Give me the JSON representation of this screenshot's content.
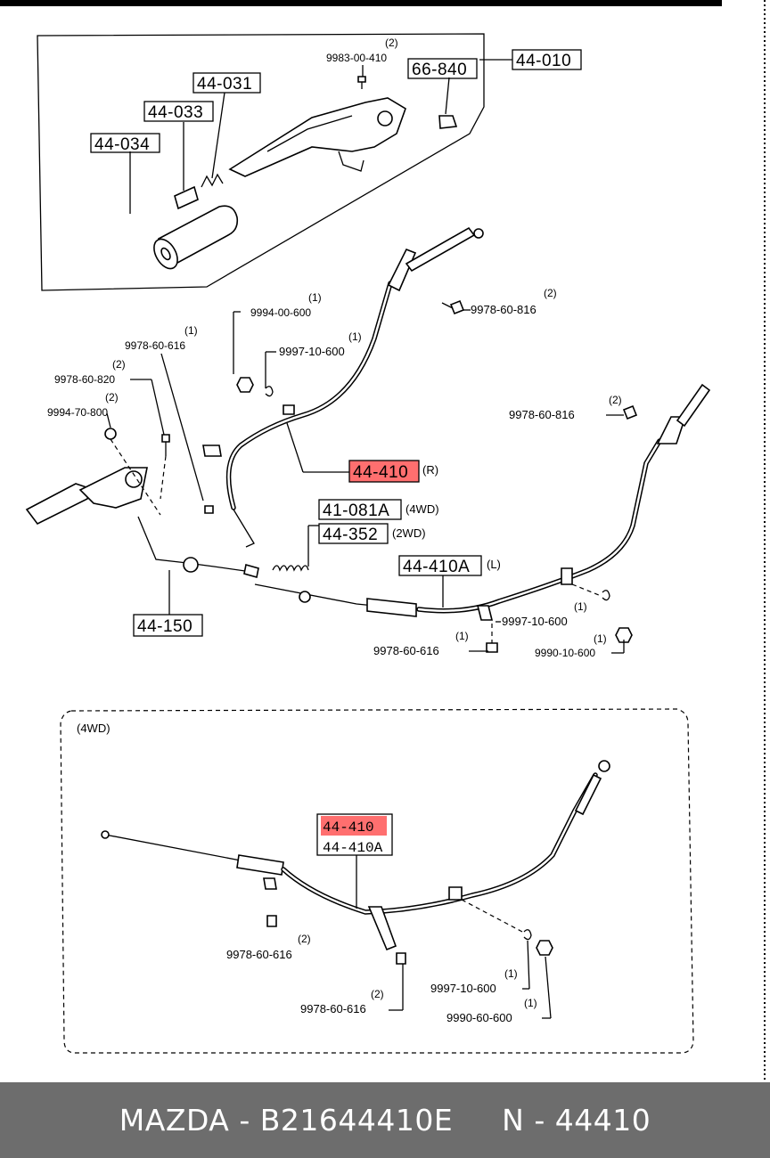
{
  "callouts": {
    "p44_010": "44-010",
    "p66_840": "66-840",
    "p44_031": "44-031",
    "p44_033": "44-033",
    "p44_034": "44-034",
    "b9983_00_410": "9983-00-410",
    "q9983": "(2)",
    "n9994_00_600": "9994-00-600",
    "q9994_00": "(1)",
    "b9978_60_816_top": "9978-60-816",
    "q9978_816_top": "(2)",
    "c9997_10_600_top": "9997-10-600",
    "q9997_top": "(1)",
    "b9978_60_616_left": "9978-60-616",
    "q9978_616_left": "(1)",
    "b9978_60_820": "9978-60-820",
    "q9978_820": "(2)",
    "n9994_70_800": "9994-70-800",
    "q9994_70": "(2)",
    "p44_410_r": "44-410",
    "side_r": "(R)",
    "b9978_60_816_right": "9978-60-816",
    "q9978_816_right": "(2)",
    "p41_081a": "41-081A",
    "tag_4wd": "(4WD)",
    "p44_352": "44-352",
    "tag_2wd": "(2WD)",
    "p44_410a_l": "44-410A",
    "side_l": "(L)",
    "p44_150": "44-150",
    "c9997_10_600_mid": "9997-10-600",
    "q9997_mid": "(1)",
    "b9978_60_616_mid": "9978-60-616",
    "q9978_616_mid": "(1)",
    "n9990_10_600": "9990-10-600",
    "q9990_10": "(1)"
  },
  "inset": {
    "title": "(4WD)",
    "p44_410": "44-410",
    "p44_410a": "44-410A",
    "b9978_60_616": "9978-60-616",
    "q9978_616": "(2)",
    "b9978_60_616_b": "9978-60-616",
    "q9978_616_b": "(2)",
    "c9997_10_600": "9997-10-600",
    "q9997": "(1)",
    "n9990_60_600": "9990-60-600",
    "q9990": "(1)"
  },
  "footer": {
    "text": "MAZDA - B21644410E     N - 44410"
  },
  "colors": {
    "highlight": "#ff6f6f",
    "footer_bg": "#6d6d6d"
  }
}
